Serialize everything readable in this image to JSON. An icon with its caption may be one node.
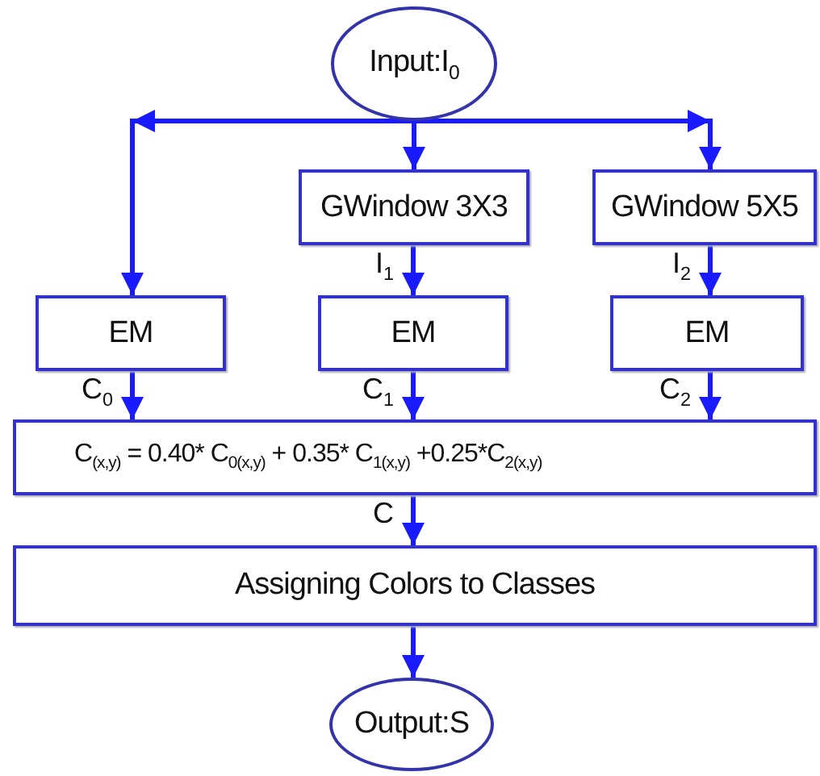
{
  "diagram": {
    "nodes": [
      {
        "text": [
          "Input:I$_{0}$"
        ]
      },
      {
        "text": [
          "GWindow 3X3"
        ]
      },
      {
        "text": [
          "GWindow 5X5"
        ]
      },
      {
        "text": [
          "EM"
        ]
      },
      {
        "text": [
          "EM"
        ]
      },
      {
        "text": [
          "EM"
        ]
      },
      {
        "text": [
          "C$_{(x,y)}$ = 0.40* C$_{0(x,y)}$  + 0.35* C$_{1(x,y)}$  +0.25*C$_{2(x,y)}$"
        ]
      },
      {
        "text": [
          "Assigning Colors to Classes"
        ]
      },
      {
        "text": [
          "Output:S"
        ]
      }
    ],
    "edges": [
      {
        "from": 0,
        "to": 3,
        "arrow": "to"
      },
      {
        "from": 0,
        "to": 1,
        "arrow": "to"
      },
      {
        "from": 0,
        "to": 2,
        "arrow": "to"
      },
      {
        "from": 1,
        "to": 4,
        "arrow": "to",
        "label": "I$_{1}$"
      },
      {
        "from": 2,
        "to": 5,
        "arrow": "to",
        "label": "I$_{2}$"
      },
      {
        "from": 3,
        "to": 6,
        "arrow": "to",
        "label": "C$_{0}$"
      },
      {
        "from": 4,
        "to": 6,
        "arrow": "to",
        "label": "C$_{1}$"
      },
      {
        "from": 5,
        "to": 6,
        "arrow": "to",
        "label": "C$_{2}$"
      },
      {
        "from": 6,
        "to": 7,
        "arrow": "to",
        "label": "C"
      },
      {
        "from": 7,
        "to": 8,
        "arrow": "to"
      }
    ]
  }
}
